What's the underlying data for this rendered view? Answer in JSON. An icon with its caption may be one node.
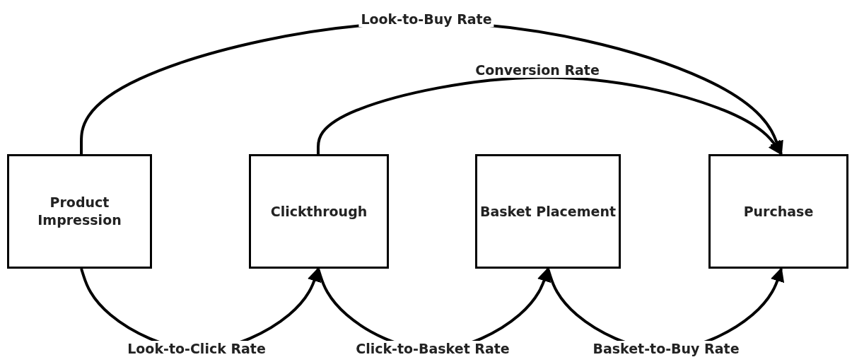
{
  "diagram": {
    "nodes": [
      {
        "text": [
          "Product Impression"
        ]
      },
      {
        "text": [
          "Clickthrough"
        ]
      },
      {
        "text": [
          "Basket Placement"
        ]
      },
      {
        "text": [
          "Purchase"
        ]
      }
    ],
    "edges": [
      {
        "from": 0,
        "to": 3,
        "arrow": "to",
        "label": "Look-to-Buy Rate"
      },
      {
        "from": 1,
        "to": 3,
        "arrow": "to",
        "label": "Conversion Rate"
      },
      {
        "from": 0,
        "to": 1,
        "arrow": "to",
        "label": "Look-to-Click Rate"
      },
      {
        "from": 1,
        "to": 2,
        "arrow": "to",
        "label": "Click-to-Basket Rate"
      },
      {
        "from": 2,
        "to": 3,
        "arrow": "to",
        "label": "Basket-to-Buy Rate"
      }
    ]
  }
}
